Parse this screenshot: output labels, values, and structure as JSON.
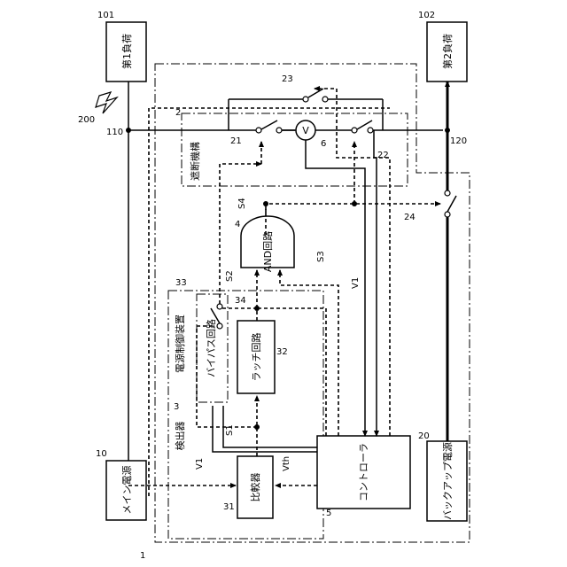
{
  "blocks": {
    "load1": "第1負荷",
    "load2": "第2負荷",
    "main_power": "メイン電源",
    "backup_power": "バックアップ電源",
    "comparator": "比較器",
    "controller": "コントローラ",
    "latch": "ラッチ回路",
    "and_gate": "AND回路",
    "bypass": "バイパス回路",
    "cutoff": "遮断機構",
    "detector": "検出器",
    "power_ctrl": "電源制御装置",
    "voltmeter": "V"
  },
  "refs": {
    "r1": "1",
    "r2": "2",
    "r3": "3",
    "r4": "4",
    "r5": "5",
    "r6": "6",
    "r10": "10",
    "r20": "20",
    "r21": "21",
    "r22": "22",
    "r23": "23",
    "r24": "24",
    "r31": "31",
    "r32": "32",
    "r33": "33",
    "r34": "34",
    "r101": "101",
    "r102": "102",
    "r110": "110",
    "r120": "120",
    "r200": "200"
  },
  "signals": {
    "s1": "S1",
    "s2": "S2",
    "s3": "S3",
    "s4": "S4",
    "v1a": "V1",
    "v1b": "V1",
    "vth": "Vth"
  }
}
